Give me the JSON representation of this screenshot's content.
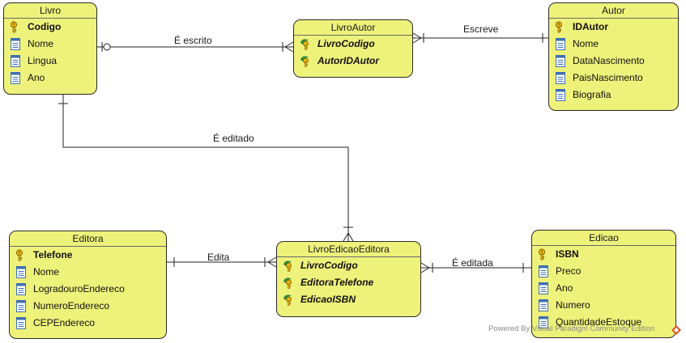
{
  "entities": {
    "livro": {
      "title": "Livro",
      "attrs": [
        {
          "name": "Codigo",
          "kind": "pk"
        },
        {
          "name": "Nome",
          "kind": "col"
        },
        {
          "name": "Lingua",
          "kind": "col"
        },
        {
          "name": "Ano",
          "kind": "col"
        }
      ]
    },
    "livroautor": {
      "title": "LivroAutor",
      "attrs": [
        {
          "name": "LivroCodigo",
          "kind": "fk"
        },
        {
          "name": "AutorIDAutor",
          "kind": "fk"
        }
      ]
    },
    "autor": {
      "title": "Autor",
      "attrs": [
        {
          "name": "IDAutor",
          "kind": "pk"
        },
        {
          "name": "Nome",
          "kind": "col"
        },
        {
          "name": "DataNascimento",
          "kind": "col"
        },
        {
          "name": "PaisNascimento",
          "kind": "col"
        },
        {
          "name": "Biografia",
          "kind": "col"
        }
      ]
    },
    "editora": {
      "title": "Editora",
      "attrs": [
        {
          "name": "Telefone",
          "kind": "pk"
        },
        {
          "name": "Nome",
          "kind": "col"
        },
        {
          "name": "LogradouroEndereco",
          "kind": "col"
        },
        {
          "name": "NumeroEndereco",
          "kind": "col"
        },
        {
          "name": "CEPEndereco",
          "kind": "col"
        }
      ]
    },
    "livroedicaoeditora": {
      "title": "LivroEdicaoEditora",
      "attrs": [
        {
          "name": "LivroCodigo",
          "kind": "fk"
        },
        {
          "name": "EditoraTelefone",
          "kind": "fk"
        },
        {
          "name": "EdicaoISBN",
          "kind": "fk"
        }
      ]
    },
    "edicao": {
      "title": "Edicao",
      "attrs": [
        {
          "name": "ISBN",
          "kind": "pk"
        },
        {
          "name": "Preco",
          "kind": "col"
        },
        {
          "name": "Ano",
          "kind": "col"
        },
        {
          "name": "Numero",
          "kind": "col"
        },
        {
          "name": "QuantidadeEstoque",
          "kind": "col"
        }
      ]
    }
  },
  "relationships": {
    "e_escrito": "É escrito",
    "escreve": "Escreve",
    "e_editado": "É editado",
    "edita": "Edita",
    "e_editada": "É editada"
  },
  "colors": {
    "entity_fill": "#eef27a",
    "line": "#222222",
    "key": "#d4a017",
    "column_icon": "#3d6fb4",
    "fk_leaf": "#2e8b3a"
  },
  "watermark": "Powered By Visual Paradigm Community Edition"
}
